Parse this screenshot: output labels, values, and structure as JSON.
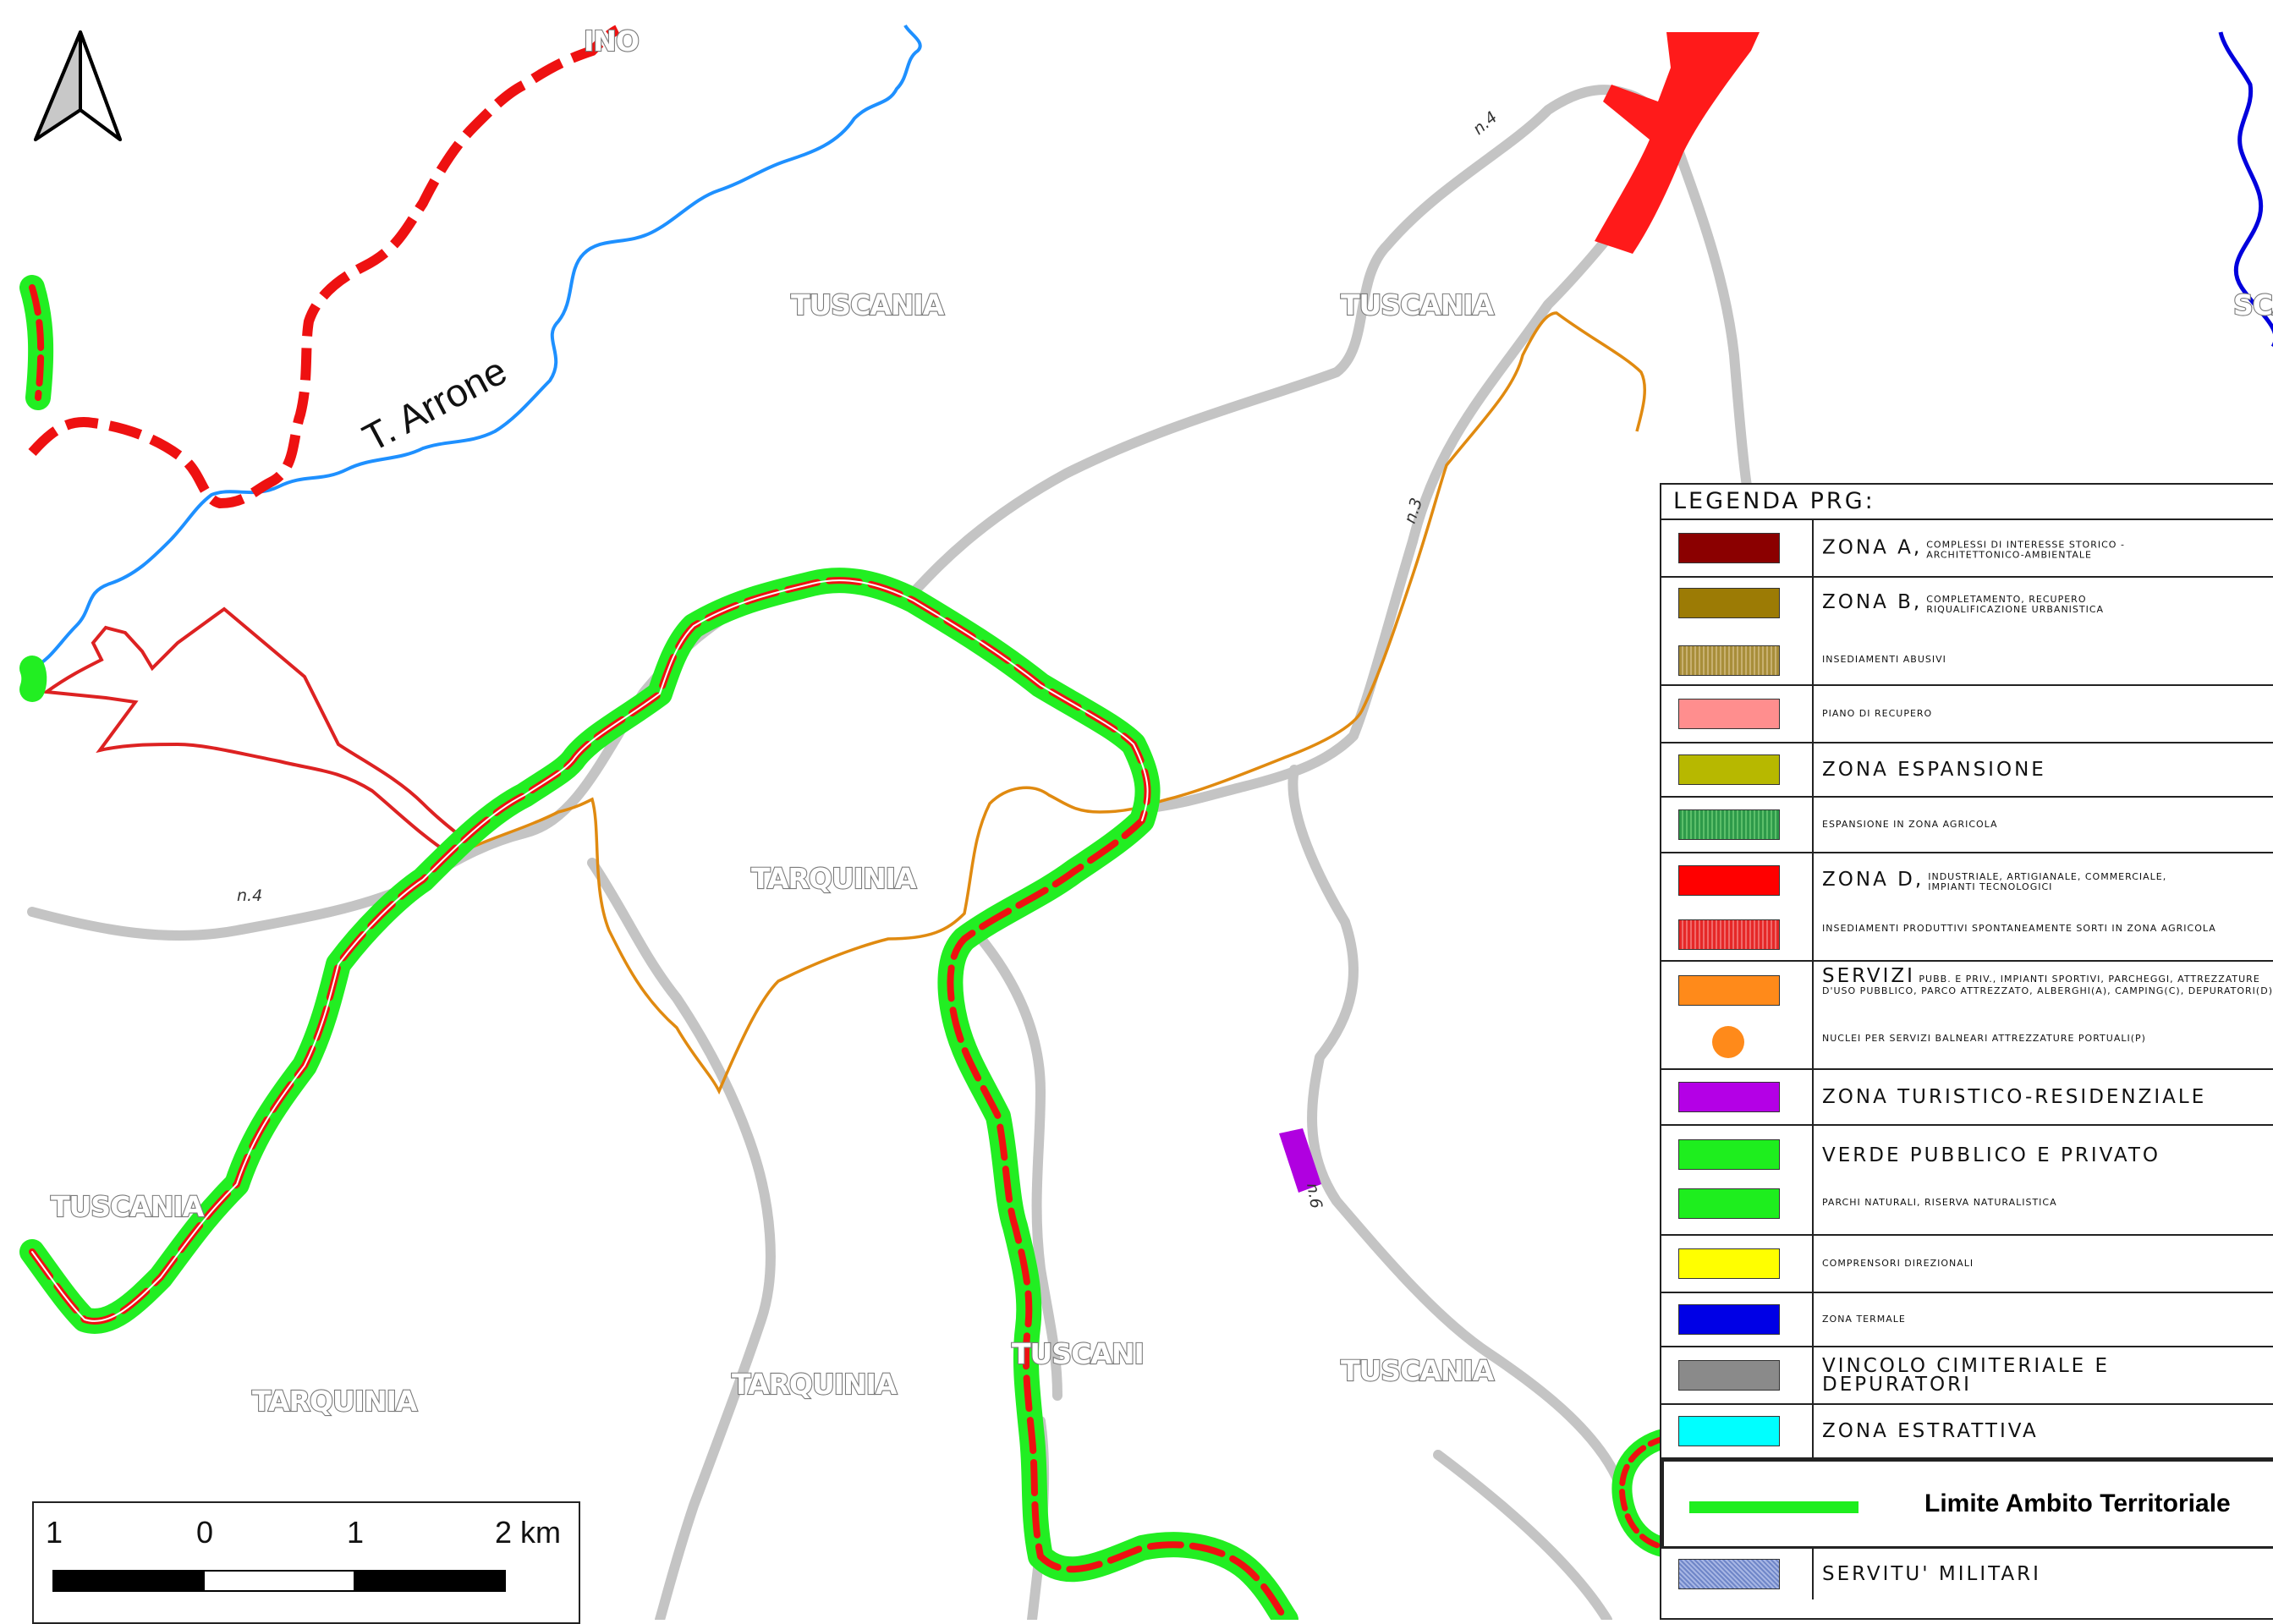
{
  "map": {
    "place_labels": [
      "TUSCANIA",
      "TUSCANIA",
      "TARQUINIA",
      "TUSCANIA",
      "TARQUINIA",
      "TARQUINIA",
      "TUSCANI",
      "TUSCANIA",
      "INO",
      "SCA"
    ],
    "river_label": "T. Arrone",
    "road_labels": [
      "n.4",
      "n.4",
      "n.3",
      "n.6"
    ],
    "colors": {
      "road": "#c4c4c4",
      "river_light": "#1e90ff",
      "river_dark": "#0000dd",
      "boundary_green": "#22ee22",
      "boundary_red": "#ee1111",
      "orange_line": "#e08a10",
      "zona_d": "#ff1a1a",
      "turistico": "#b000e0"
    },
    "north_arrow": "north-arrow-icon"
  },
  "legend": {
    "title": "LEGENDA PRG:",
    "items": [
      {
        "name": "ZONA A,",
        "desc": "COMPLESSI DI INTERESSE STORICO - ARCHITETTONICO-AMBIENTALE",
        "color": "#8b0000"
      },
      {
        "name": "ZONA B,",
        "desc": "COMPLETAMENTO, RECUPERO RIQUALIFICAZIONE URBANISTICA",
        "color": "#9c7b05"
      },
      {
        "name": "",
        "desc": "INSEDIAMENTI ABUSIVI",
        "color": "#a88e3a"
      },
      {
        "name": "",
        "desc": "PIANO DI RECUPERO",
        "color": "#ff8e8e"
      },
      {
        "name": "ZONA ESPANSIONE",
        "desc": "",
        "color": "#b7b800"
      },
      {
        "name": "",
        "desc": "ESPANSIONE IN ZONA AGRICOLA",
        "color": "#2e9a4a"
      },
      {
        "name": "ZONA D,",
        "desc": "INDUSTRIALE, ARTIGIANALE, COMMERCIALE, IMPIANTI TECNOLOGICI",
        "color": "#ff0000"
      },
      {
        "name": "",
        "desc": "INSEDIAMENTI PRODUTTIVI SPONTANEAMENTE SORTI IN ZONA AGRICOLA",
        "color": "#e62828"
      },
      {
        "name": "SERVIZI",
        "desc": "PUBB. E PRIV., IMPIANTI SPORTIVI, PARCHEGGI, ATTREZZATURE D'USO PUBBLICO, PARCO ATTREZZATO, ALBERGHI(A), CAMPING(C), DEPURATORI(D)",
        "color": "#ff8a1a"
      },
      {
        "name": "",
        "desc": "NUCLEI PER SERVIZI BALNEARI ATTREZZATURE PORTUALI(P)",
        "color": "#ff8a1a"
      },
      {
        "name": "ZONA TURISTICO-RESIDENZIALE",
        "desc": "",
        "color": "#b400e6"
      },
      {
        "name": "VERDE PUBBLICO E PRIVATO",
        "desc": "",
        "color": "#1eee1e"
      },
      {
        "name": "",
        "desc": "PARCHI NATURALI, RISERVA NATURALISTICA",
        "color": "#1eee1e"
      },
      {
        "name": "",
        "desc": "COMPRENSORI DIREZIONALI",
        "color": "#ffff00"
      },
      {
        "name": "",
        "desc": "ZONA TERMALE",
        "color": "#0000e6"
      },
      {
        "name": "VINCOLO CIMITERIALE E DEPURATORI",
        "desc": "",
        "color": "#8a8a8a"
      },
      {
        "name": "ZONA ESTRATTIVA",
        "desc": "",
        "color": "#00ffff"
      },
      {
        "name": "Limite Ambito Territoriale",
        "desc": "",
        "color": "#1eee1e"
      },
      {
        "name": "SERVITU' MILITARI",
        "desc": "",
        "color": "#6f86c8"
      }
    ]
  },
  "scalebar": {
    "ticks": [
      "1",
      "0",
      "1",
      "2 km"
    ]
  }
}
